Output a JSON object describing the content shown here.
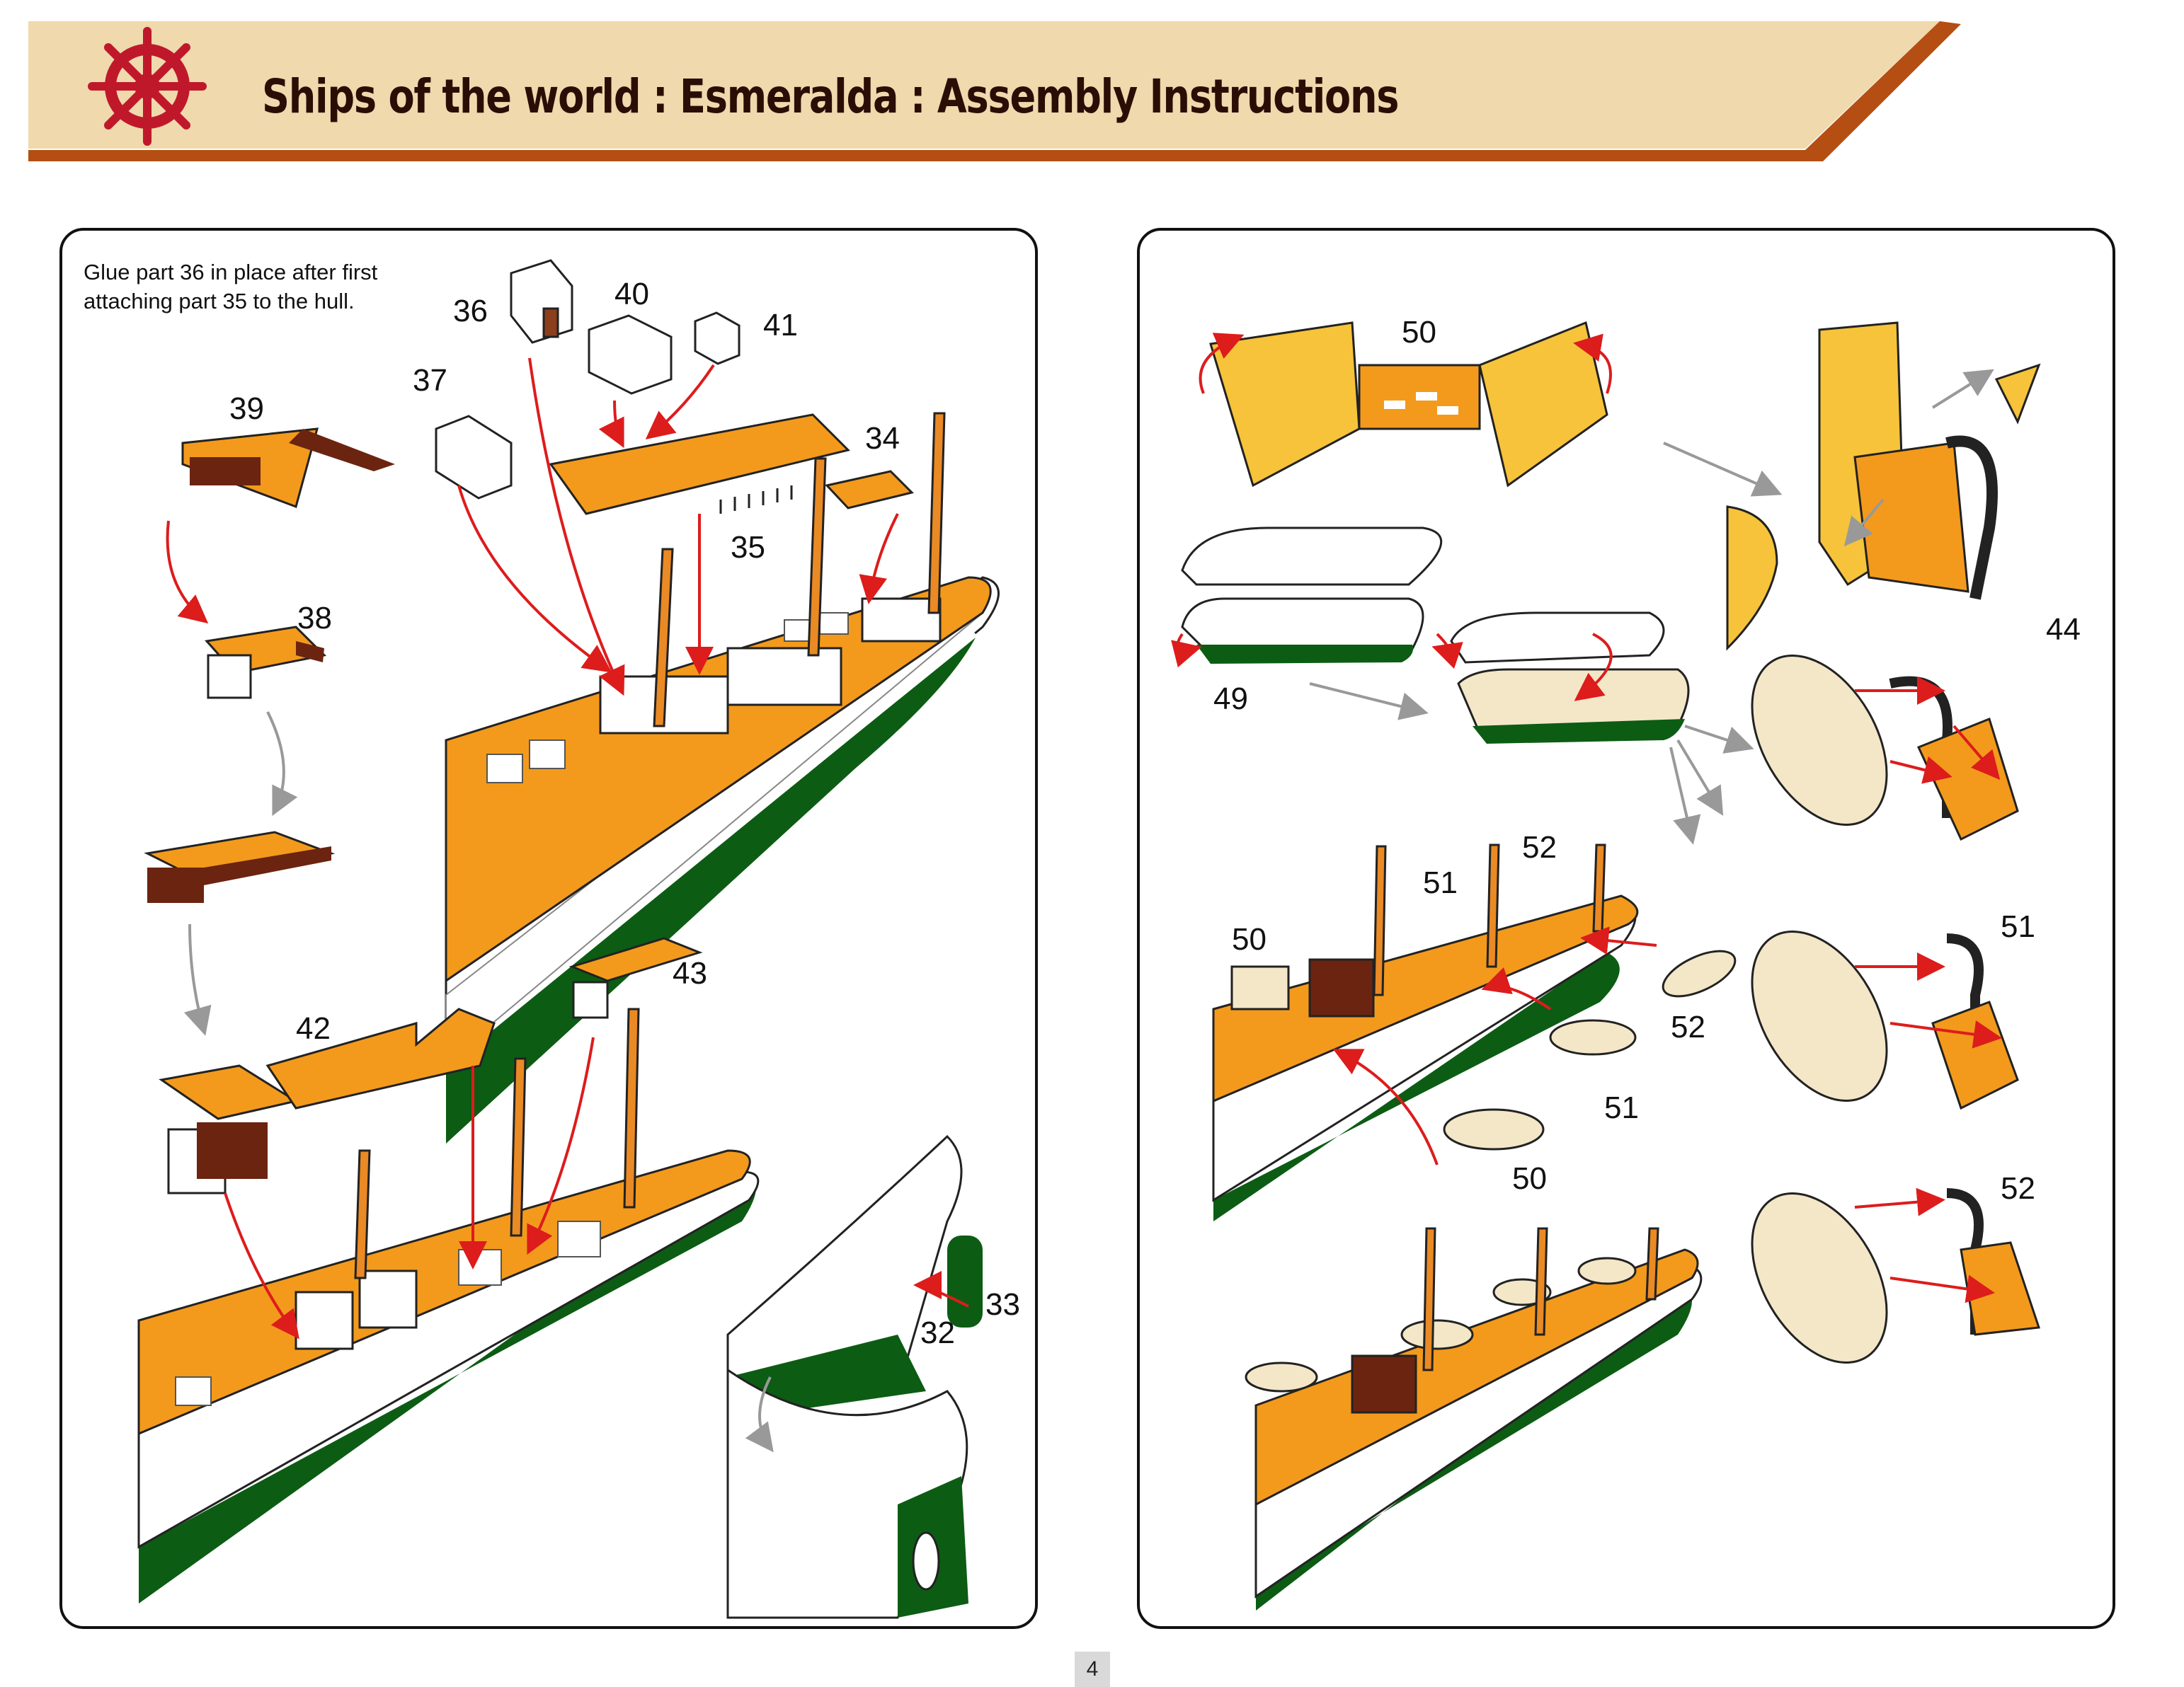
{
  "header": {
    "title": "Ships of the world : Esmeralda : Assembly Instructions",
    "logo_icon": "ship-wheel-icon",
    "colors": {
      "band": "#efd9ad",
      "stripe": "#b44e12",
      "wheel": "#c0182b"
    }
  },
  "left_panel": {
    "note": [
      "Glue part 36 in place after first",
      "attaching part 35 to the hull."
    ],
    "part_labels": [
      "36",
      "40",
      "41",
      "37",
      "39",
      "34",
      "35",
      "38",
      "43",
      "42",
      "33",
      "32"
    ]
  },
  "right_panel": {
    "part_labels": [
      "50",
      "44",
      "49",
      "52",
      "51",
      "50",
      "51",
      "52",
      "51",
      "50",
      "52"
    ]
  },
  "colors": {
    "deck": "#f39a1c",
    "hull_green": "#0c5c14",
    "mast": "#e98a24",
    "arrow": "#dd1c1c",
    "boat": "#f3e7c8",
    "yellow": "#f6c33a"
  },
  "footer": {
    "page_number": "4"
  }
}
